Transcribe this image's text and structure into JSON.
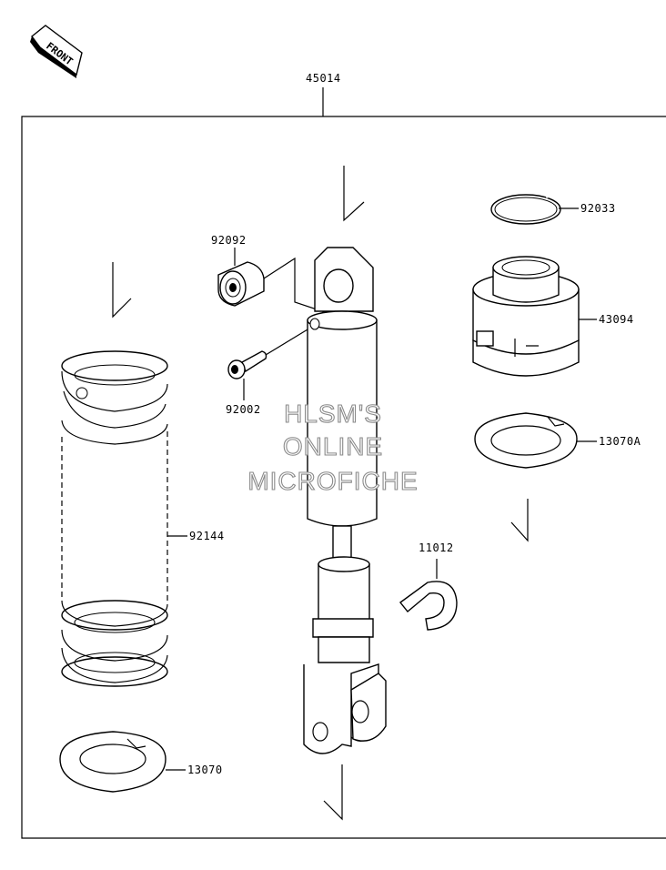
{
  "front_badge": "FRONT",
  "assembly_label": "45014",
  "parts": {
    "p92033": "92033",
    "p92092": "92092",
    "p43094": "43094",
    "p92002": "92002",
    "p13070A": "13070A",
    "p92144": "92144",
    "p11012": "11012",
    "p13070": "13070"
  },
  "watermark": {
    "line1": "HLSM'S",
    "line2": "ONLINE",
    "line3": "MICROFICHE"
  }
}
